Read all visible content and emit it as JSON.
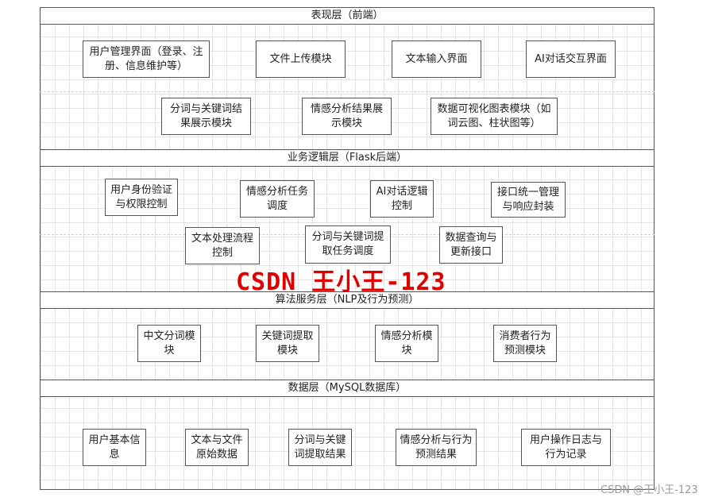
{
  "layers": [
    {
      "title": "表现层（前端）",
      "modules": [
        "用户管理界面（登录、注册、信息维护等）",
        "文件上传模块",
        "文本输入界面",
        "AI对话交互界面",
        "分词与关键词结果展示模块",
        "情感分析结果展示模块",
        "数据可视化图表模块（如词云图、柱状图等）"
      ]
    },
    {
      "title": "业务逻辑层（Flask后端）",
      "modules": [
        "用户身份验证与权限控制",
        "情感分析任务调度",
        "AI对话逻辑控制",
        "接口统一管理与响应封装",
        "文本处理流程控制",
        "分词与关键词提取任务调度",
        "数据查询与更新接口"
      ]
    },
    {
      "title": "算法服务层（NLP及行为预测）",
      "modules": [
        "中文分词模块",
        "关键词提取模块",
        "情感分析模块",
        "消费者行为预测模块"
      ]
    },
    {
      "title": "数据层（MySQL数据库）",
      "modules": [
        "用户基本信息",
        "文本与文件原始数据",
        "分词与关键词提取结果",
        "情感分析与行为预测结果",
        "用户操作日志与行为记录"
      ]
    }
  ],
  "watermark": "CSDN 王小王-123",
  "credit": "CSDN @王小王-123"
}
